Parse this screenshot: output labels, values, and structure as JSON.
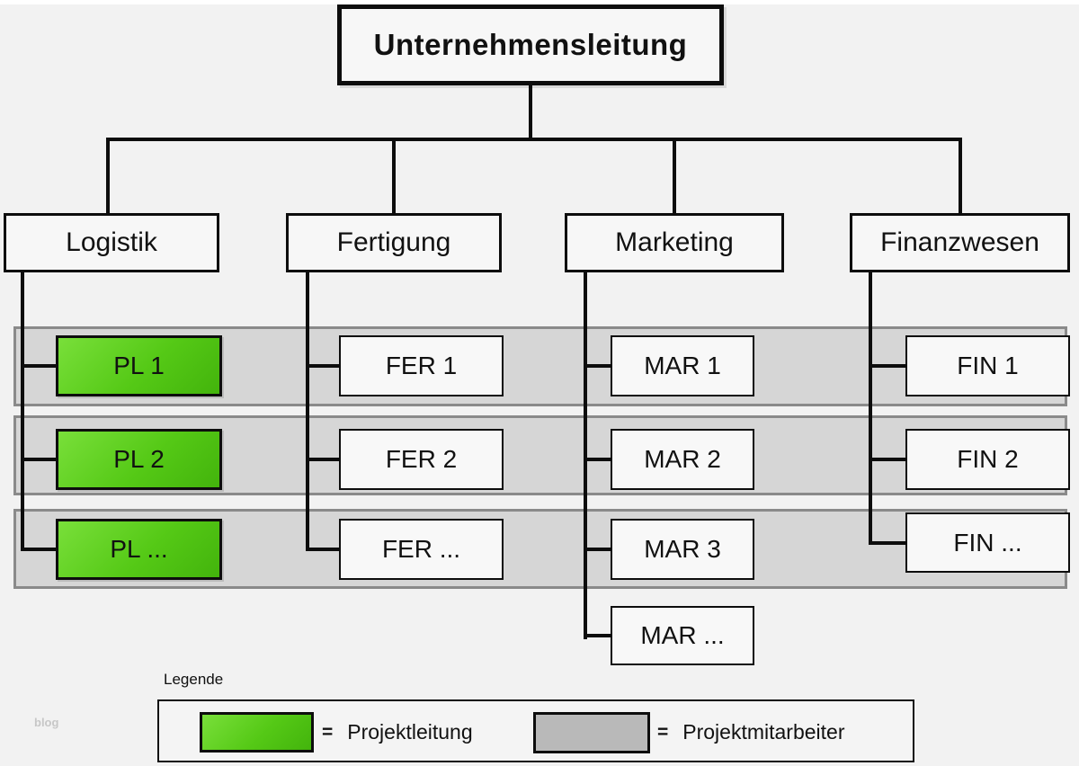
{
  "watermark": "blog",
  "root": {
    "label": "Unternehmensleitung"
  },
  "departments": [
    {
      "label": "Logistik"
    },
    {
      "label": "Fertigung"
    },
    {
      "label": "Marketing"
    },
    {
      "label": "Finanzwesen"
    }
  ],
  "members": {
    "pl": [
      "PL 1",
      "PL 2",
      "PL ..."
    ],
    "fer": [
      "FER 1",
      "FER 2",
      "FER ..."
    ],
    "mar": [
      "MAR 1",
      "MAR 2",
      "MAR 3",
      "MAR ..."
    ],
    "fin": [
      "FIN 1",
      "FIN 2",
      "FIN ..."
    ]
  },
  "legend": {
    "title": "Legende",
    "items": [
      {
        "equals": "=",
        "label": "Projektleitung",
        "color": "#52c415"
      },
      {
        "equals": "=",
        "label": "Projektmitarbeiter",
        "color": "#b9b9b9"
      }
    ]
  },
  "colors": {
    "projektleitung_green_light": "#79df3a",
    "projektleitung_green_dark": "#43b40c",
    "projektmitarbeiter_gray": "#b9b9b9",
    "band_fill": "#d6d6d6",
    "band_border": "#8a8a8a",
    "line_black": "#0d0d0d",
    "background": "#f2f2f2"
  }
}
